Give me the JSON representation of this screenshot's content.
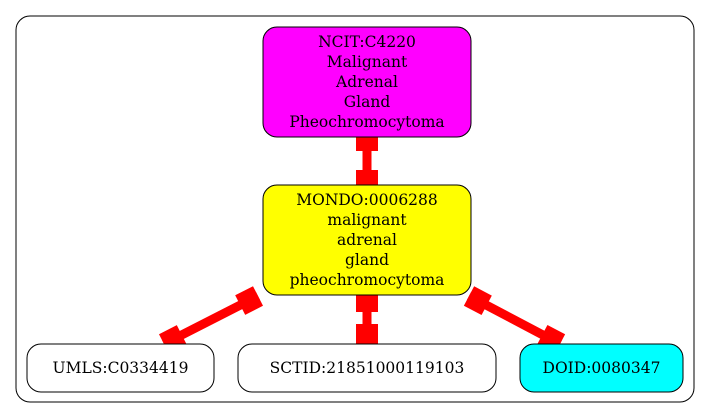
{
  "graph": {
    "nodes": [
      {
        "id": "ncit",
        "lines": [
          "NCIT:C4220",
          "Malignant",
          "Adrenal",
          "Gland",
          "Pheochromocytoma"
        ],
        "fill": "#ff00ff"
      },
      {
        "id": "mondo",
        "lines": [
          "MONDO:0006288",
          "malignant",
          "adrenal",
          "gland",
          "pheochromocytoma"
        ],
        "fill": "#ffff00"
      },
      {
        "id": "umls",
        "lines": [
          "UMLS:C0334419"
        ],
        "fill": "#ffffff"
      },
      {
        "id": "sctid",
        "lines": [
          "SCTID:21851000119103"
        ],
        "fill": "#ffffff"
      },
      {
        "id": "doid",
        "lines": [
          "DOID:0080347"
        ],
        "fill": "#00ffff"
      }
    ],
    "edges": [
      {
        "from": "ncit",
        "to": "mondo"
      },
      {
        "from": "mondo",
        "to": "umls"
      },
      {
        "from": "mondo",
        "to": "sctid"
      },
      {
        "from": "mondo",
        "to": "doid"
      }
    ],
    "edge_color": "#ff0000",
    "border_color": "#000000"
  }
}
